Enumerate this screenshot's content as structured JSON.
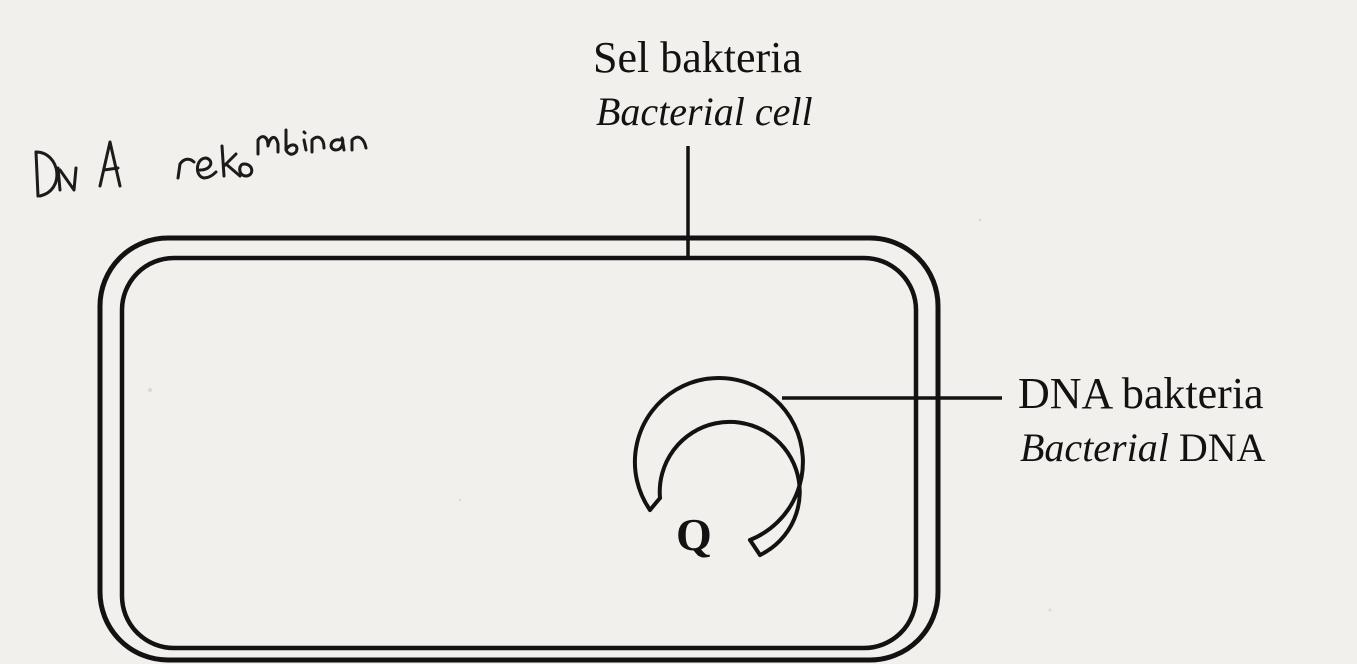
{
  "diagram": {
    "handwritten_note": "DNA rekombinan",
    "labels": {
      "cell_malay": "Sel bakteria",
      "cell_english": "Bacterial cell",
      "dna_malay": "DNA bakteria",
      "dna_english_italic": "Bacterial",
      "dna_english_plain": " DNA",
      "marker": "Q"
    },
    "colors": {
      "ink": "#121212",
      "pencil": "#1b1b1b",
      "paper": "#f1f0ec"
    }
  }
}
